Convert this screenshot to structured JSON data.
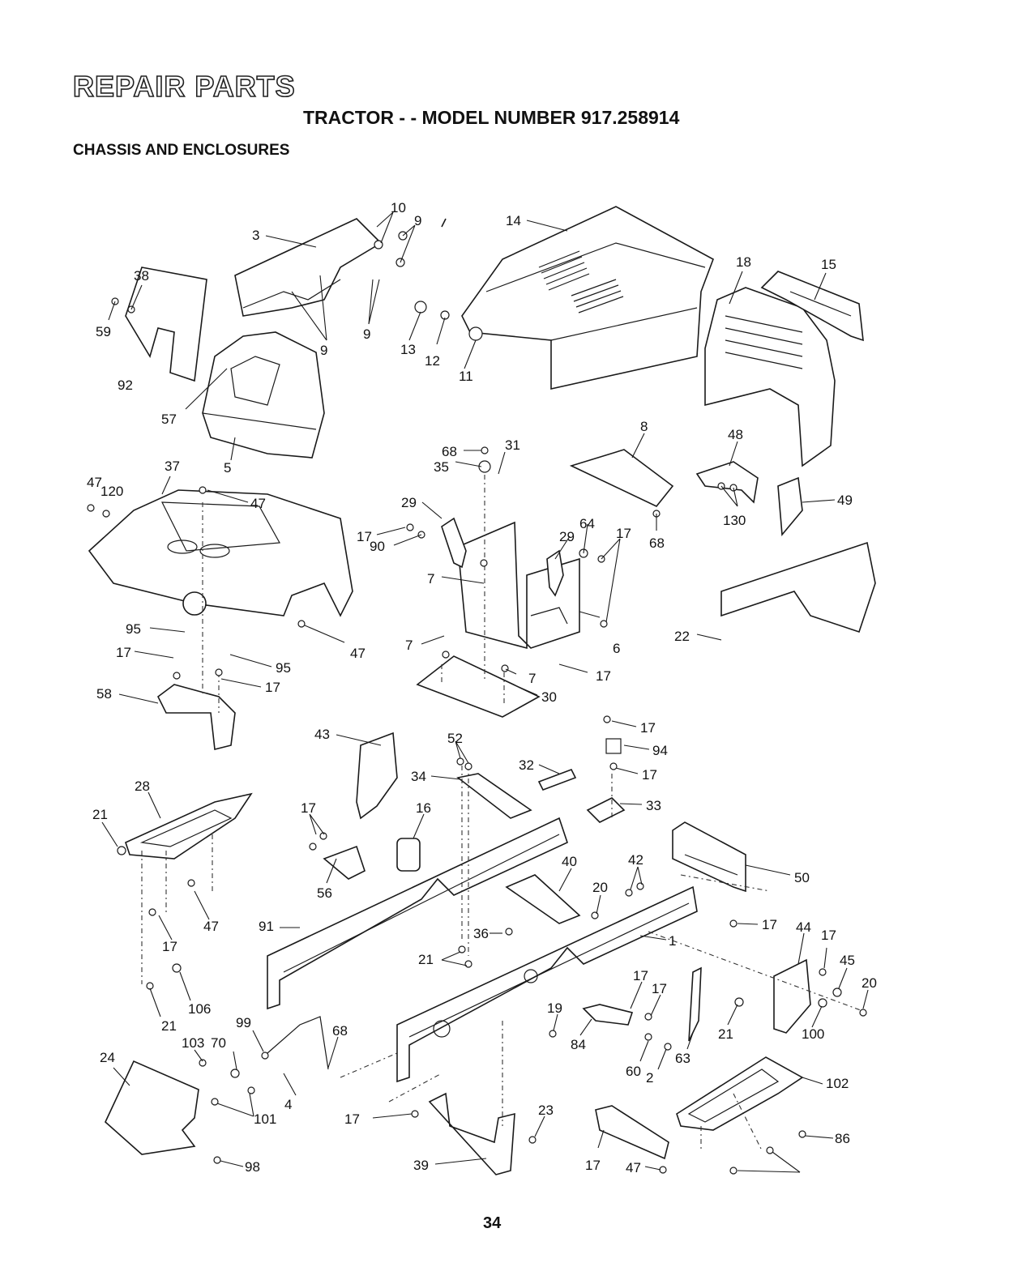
{
  "header": {
    "title": "REPAIR PARTS",
    "model": "TRACTOR - - MODEL NUMBER 917.258914",
    "section": "CHASSIS AND ENCLOSURES"
  },
  "footer": {
    "page_number": "34"
  },
  "callouts": [
    "10",
    "9",
    "3",
    "14",
    "18",
    "15",
    "38",
    "59",
    "92",
    "9",
    "9",
    "13",
    "12",
    "11",
    "57",
    "5",
    "8",
    "48",
    "31",
    "68",
    "35",
    "37",
    "47",
    "120",
    "47",
    "29",
    "29",
    "64",
    "17",
    "17",
    "90",
    "68",
    "130",
    "49",
    "7",
    "6",
    "22",
    "95",
    "17",
    "47",
    "7",
    "7",
    "95",
    "17",
    "17",
    "58",
    "30",
    "17",
    "94",
    "43",
    "52",
    "32",
    "17",
    "34",
    "16",
    "33",
    "28",
    "21",
    "17",
    "40",
    "50",
    "42",
    "56",
    "20",
    "47",
    "91",
    "17",
    "44",
    "17",
    "1",
    "17",
    "36",
    "21",
    "45",
    "17",
    "17",
    "20",
    "106",
    "19",
    "21",
    "21",
    "100",
    "99",
    "68",
    "103",
    "70",
    "84",
    "63",
    "60",
    "2",
    "24",
    "102",
    "4",
    "101",
    "17",
    "23",
    "86",
    "98",
    "39",
    "17",
    "47"
  ]
}
